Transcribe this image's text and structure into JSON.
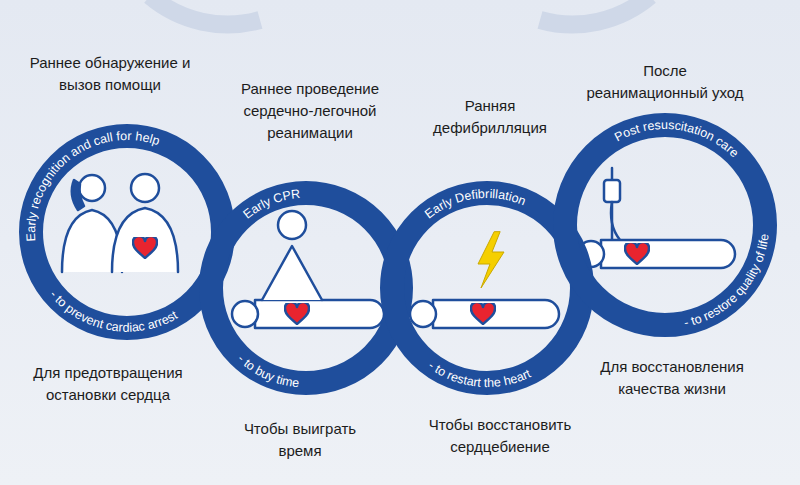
{
  "diagram": {
    "nodes": [
      {
        "text": [
          "Раннее обнаружение и вызов помощи",
          "Early recognition and call for help",
          "- to prevent cardiac arrest",
          "Для предотвращения остановки сердца"
        ]
      },
      {
        "text": [
          "Раннее проведение сердечно-легочной реанимации",
          "Early CPR",
          "- to buy time",
          "Чтобы выиграть время"
        ]
      },
      {
        "text": [
          "Ранняя дефибрилляция",
          "Early Defibrillation",
          "- to restart the heart",
          "Чтобы восстановить сердцебиение"
        ]
      },
      {
        "text": [
          "После реанимационный уход",
          "Post resuscitation care",
          "- to restore quality of life",
          "Для восстановления качества жизни"
        ]
      }
    ]
  }
}
